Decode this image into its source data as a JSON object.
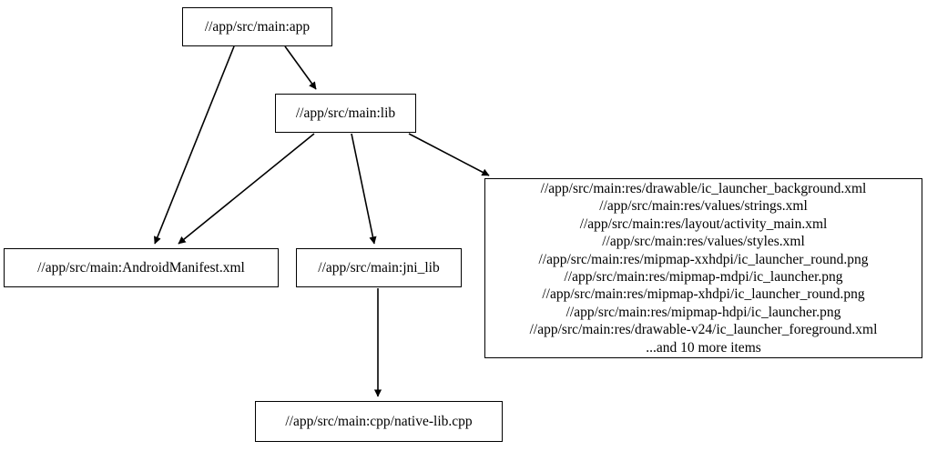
{
  "graph": {
    "type": "directed-dependency-graph",
    "background_color": "#ffffff",
    "line_color": "#000000",
    "text_color": "#000000",
    "nodes": [
      {
        "id": "app",
        "label": "//app/src/main:app"
      },
      {
        "id": "lib",
        "label": "//app/src/main:lib"
      },
      {
        "id": "manifest",
        "label": "//app/src/main:AndroidManifest.xml"
      },
      {
        "id": "jni_lib",
        "label": "//app/src/main:jni_lib"
      },
      {
        "id": "native_lib",
        "label": "//app/src/main:cpp/native-lib.cpp"
      },
      {
        "id": "resources",
        "label": "//app/src/main:res/drawable/ic_launcher_background.xml\n//app/src/main:res/values/strings.xml\n//app/src/main:res/layout/activity_main.xml\n//app/src/main:res/values/styles.xml\n//app/src/main:res/mipmap-xxhdpi/ic_launcher_round.png\n//app/src/main:res/mipmap-mdpi/ic_launcher.png\n//app/src/main:res/mipmap-xhdpi/ic_launcher_round.png\n//app/src/main:res/mipmap-hdpi/ic_launcher.png\n//app/src/main:res/drawable-v24/ic_launcher_foreground.xml\n...and 10 more items",
        "lines": [
          "//app/src/main:res/drawable/ic_launcher_background.xml",
          "//app/src/main:res/values/strings.xml",
          "//app/src/main:res/layout/activity_main.xml",
          "//app/src/main:res/values/styles.xml",
          "//app/src/main:res/mipmap-xxhdpi/ic_launcher_round.png",
          "//app/src/main:res/mipmap-mdpi/ic_launcher.png",
          "//app/src/main:res/mipmap-xhdpi/ic_launcher_round.png",
          "//app/src/main:res/mipmap-hdpi/ic_launcher.png",
          "//app/src/main:res/drawable-v24/ic_launcher_foreground.xml",
          "...and 10 more items"
        ],
        "overflow_note": "...and 10 more items",
        "overflow_count": 10
      }
    ],
    "edges": [
      {
        "from": "app",
        "to": "manifest"
      },
      {
        "from": "app",
        "to": "lib"
      },
      {
        "from": "lib",
        "to": "manifest"
      },
      {
        "from": "lib",
        "to": "jni_lib"
      },
      {
        "from": "lib",
        "to": "resources"
      },
      {
        "from": "jni_lib",
        "to": "native_lib"
      }
    ]
  }
}
